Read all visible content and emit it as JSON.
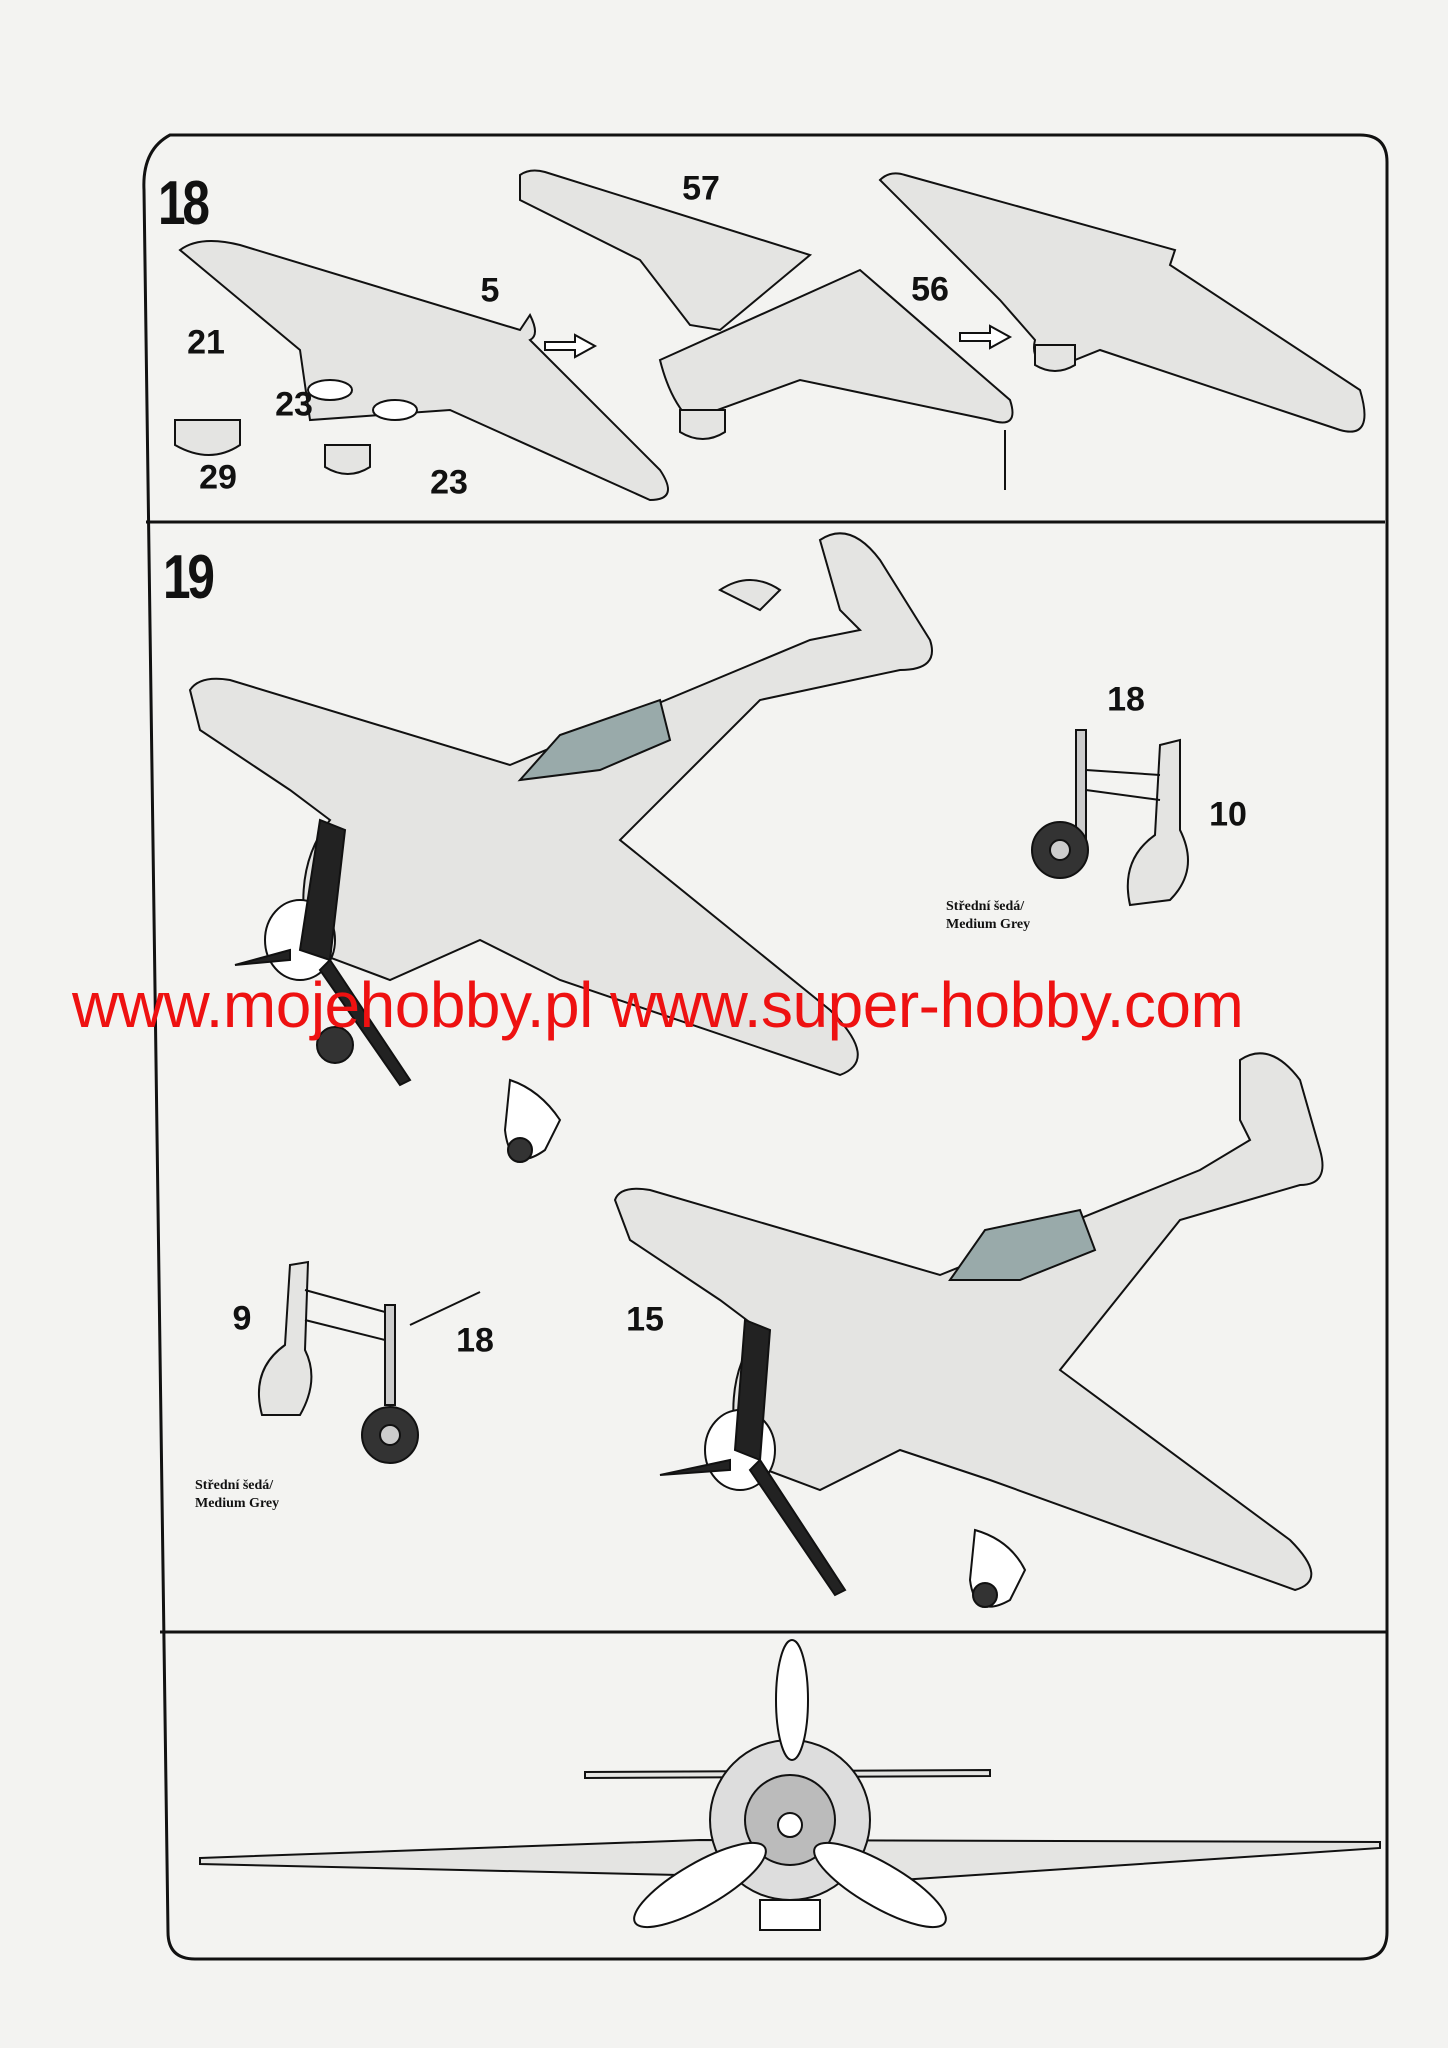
{
  "steps": {
    "step18": {
      "number": "18",
      "parts": {
        "p5": "5",
        "p57": "57",
        "p56": "56",
        "p21": "21",
        "p23a": "23",
        "p29": "29",
        "p23b": "23"
      }
    },
    "step19": {
      "number": "19",
      "parts": {
        "p18a": "18",
        "p10": "10",
        "p9": "9",
        "p18b": "18",
        "p15": "15"
      },
      "color_note_right": {
        "line1": "Střední šedá/",
        "line2": "Medium Grey"
      },
      "color_note_left": {
        "line1": "Střední šedá/",
        "line2": "Medium Grey"
      }
    }
  },
  "watermark": "www.mojehobby.pl www.super-hobby.com",
  "colors": {
    "paper": "#f3f3f1",
    "line": "#111111",
    "fill": "#e4e4e2",
    "watermark": "#ee1111"
  }
}
